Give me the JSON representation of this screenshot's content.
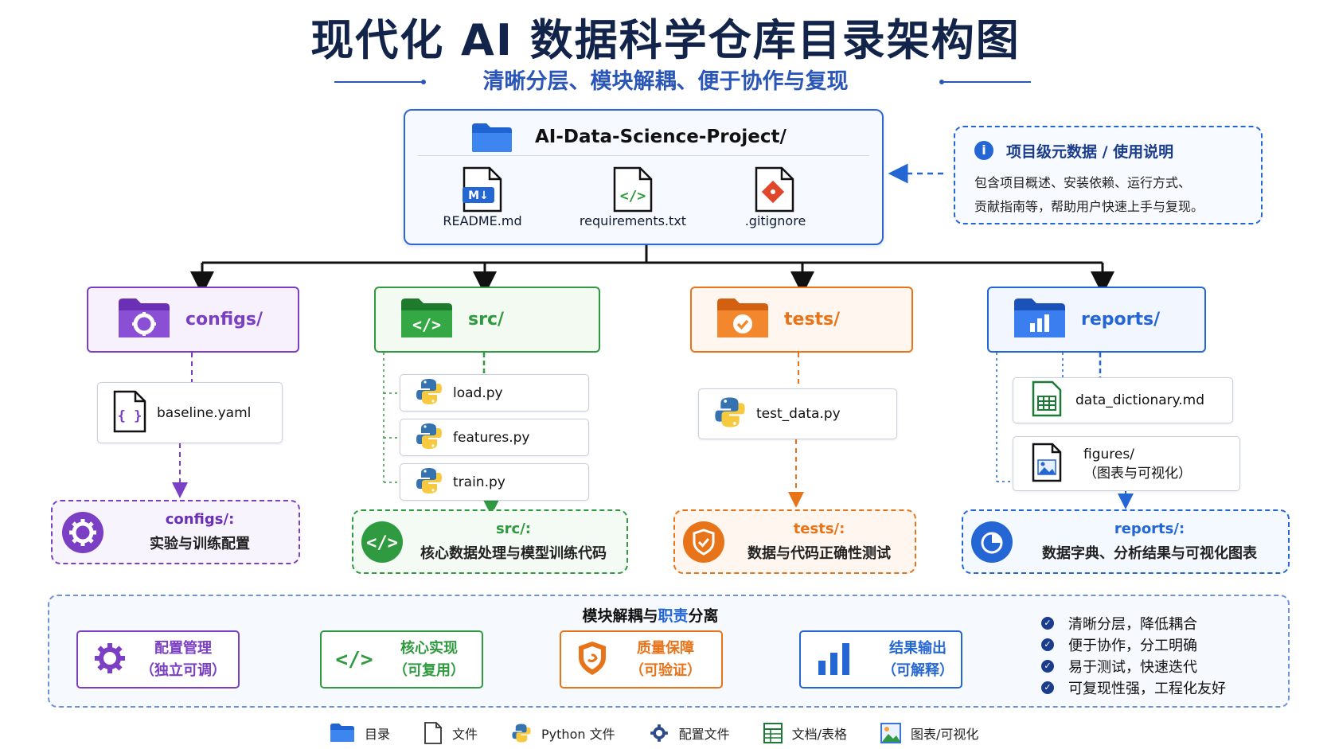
{
  "title": "现代化 AI 数据科学仓库目录架构图",
  "subtitle": "清晰分层、模块解耦、便于协作与复现",
  "root": {
    "name": "AI-Data-Science-Project/",
    "files": [
      "README.md",
      "requirements.txt",
      ".gitignore"
    ]
  },
  "info": {
    "title": "项目级元数据 / 使用说明",
    "line1": "包含项目概述、安装依赖、运行方式、",
    "line2": "贡献指南等，帮助用户快速上手与复现。"
  },
  "dirs": {
    "configs": {
      "label": "configs/",
      "color": "#7b3fc4",
      "files": [
        "baseline.yaml"
      ],
      "summary_title": "configs/:",
      "summary_desc": "实验与训练配置"
    },
    "src": {
      "label": "src/",
      "color": "#2f9a3f",
      "files": [
        "load.py",
        "features.py",
        "train.py"
      ],
      "summary_title": "src/:",
      "summary_desc": "核心数据处理与模型训练代码"
    },
    "tests": {
      "label": "tests/",
      "color": "#e8741a",
      "files": [
        "test_data.py"
      ],
      "summary_title": "tests/:",
      "summary_desc": "数据与代码正确性测试"
    },
    "reports": {
      "label": "reports/",
      "color": "#2466d4",
      "files": [
        "data_dictionary.md"
      ],
      "figures_line1": "figures/",
      "figures_line2": "（图表与可视化）",
      "summary_title": "reports/:",
      "summary_desc": "数据字典、分析结果与可视化图表"
    }
  },
  "modules": {
    "title_a": "模块解耦与",
    "title_b": "职责",
    "title_c": "分离",
    "items": [
      {
        "line1": "配置管理",
        "line2": "（独立可调）"
      },
      {
        "line1": "核心实现",
        "line2": "（可复用）"
      },
      {
        "line1": "质量保障",
        "line2": "（可验证）"
      },
      {
        "line1": "结果输出",
        "line2": "（可解释）"
      }
    ],
    "checks": [
      "清晰分层，降低耦合",
      "便于协作，分工明确",
      "易于测试，快速迭代",
      "可复现性强，工程化友好"
    ]
  },
  "legend": [
    "目录",
    "文件",
    "Python 文件",
    "配置文件",
    "文档/表格",
    "图表/可视化"
  ]
}
